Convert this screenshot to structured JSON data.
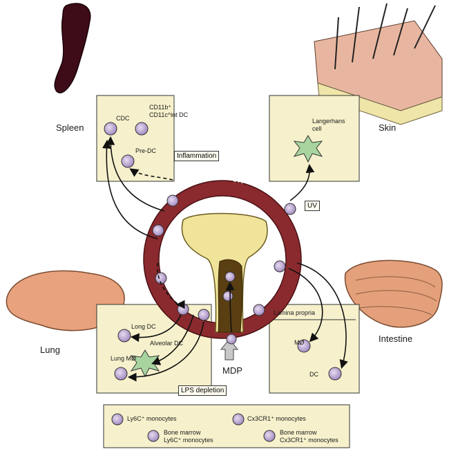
{
  "organs": {
    "spleen": "Spleen",
    "skin": "Skin",
    "lung": "Lung",
    "intestine": "Intestine"
  },
  "center": {
    "circulation": "Circulation",
    "mdp": "MDP"
  },
  "spleen_box": {
    "cdc": "CDC",
    "cd11b_line1": "CD11b⁺",
    "cd11b_line2": "CD11c^int DC",
    "predc": "Pre-DC"
  },
  "skin_box": {
    "langerhans_line1": "Langerhans",
    "langerhans_line2": "cell"
  },
  "lung_box": {
    "long_dc": "Long DC",
    "alveolar_dc": "Alveolar DC",
    "lung_mac": "Lung MØ"
  },
  "intestine_box": {
    "title": "Lamina propria",
    "mac": "MØ",
    "dc": "DC"
  },
  "tags": {
    "inflammation": "Inflammation",
    "uv": "UV",
    "lps": "LPS depletion"
  },
  "legend": {
    "ly6c": "Ly6C⁺ monocytes",
    "cx3cr1": "Cx3CR1⁺ monocytes",
    "bm_ly6c_1": "Bone marrow",
    "bm_ly6c_2": "Ly6C⁺ monocytes",
    "bm_cx3_1": "Bone marrow",
    "bm_cx3_2": "Cx3CR1⁺ monocytes"
  },
  "colors": {
    "box_fill": "#f6f1cc",
    "ring": "#8a2a2e",
    "cell": "#b9a3cf",
    "bone": "#efe49a"
  }
}
